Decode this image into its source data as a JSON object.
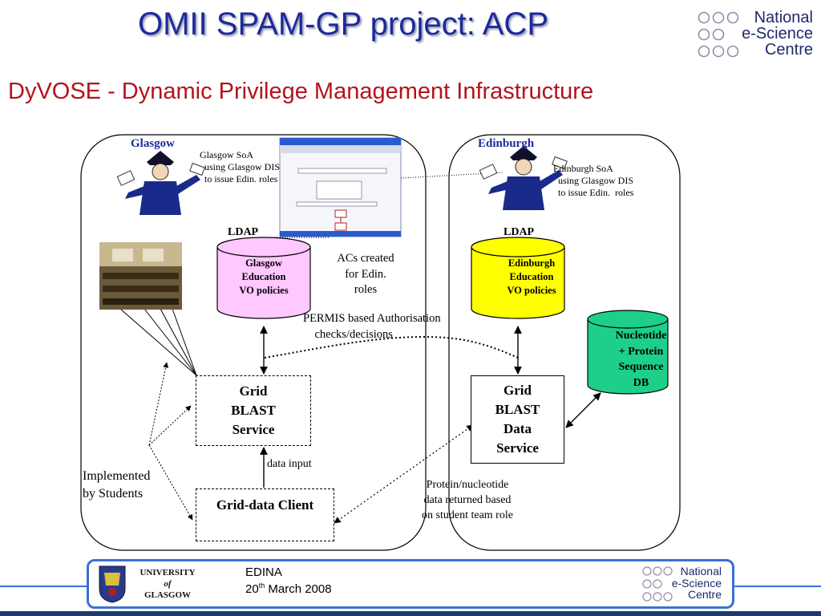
{
  "slide": {
    "title": "OMII SPAM-GP project: ACP",
    "subtitle": "DyVOSE - Dynamic Privilege Management Infrastructure"
  },
  "logo": {
    "line1": "National",
    "line2": "e-Science",
    "line3": "Centre"
  },
  "glasgow": {
    "label": "Glasgow",
    "soa_note": "Glasgow SoA\n  using Glasgow DIS\n  to issue Edin. roles",
    "ldap_label": "LDAP",
    "cylinder_label": "Glasgow\nEducation\nVO policies",
    "service_label": "Grid\nBLAST\nService",
    "client_label": "Grid-data Client",
    "data_input": "data input",
    "implemented": "Implemented\nby Students"
  },
  "edinburgh": {
    "label": "Edinburgh",
    "soa_note": "Edinburgh SoA\n  using Glasgow DIS\n  to issue Edin.  roles",
    "ldap_label": "LDAP",
    "cylinder_label": "Edinburgh\nEducation\nVO policies",
    "service_label": "Grid\nBLAST\nData\nService",
    "db_label": "Nucleotide\n+ Protein\nSequence\nDB"
  },
  "annotations": {
    "acs_created": "ACs created\nfor Edin.\nroles",
    "permis": "PERMIS based Authorisation\n    checks/decisions",
    "protein_returned": "Protein/nucleotide\ndata returned based\non student team role"
  },
  "footer": {
    "university_line1": "UNIVERSITY",
    "university_line2": "of",
    "university_line3": "GLASGOW",
    "edina": "EDINA",
    "date_day": "20",
    "date_suffix": "th",
    "date_rest": " March 2008"
  },
  "colors": {
    "title_blue": "#1e2a9a",
    "subtitle_red": "#b3141c",
    "glasgow_cylinder": "#ffc8ff",
    "edinburgh_cylinder": "#ffff00",
    "db_cylinder": "#1ecf8a",
    "footer_border": "#3a6fd8",
    "bottom_bar": "#1e3a6a"
  },
  "icons": [
    "wizard-figure-icon",
    "classroom-photo",
    "screenshot-thumbnail",
    "university-crest-icon",
    "nesc-logo-icon"
  ]
}
